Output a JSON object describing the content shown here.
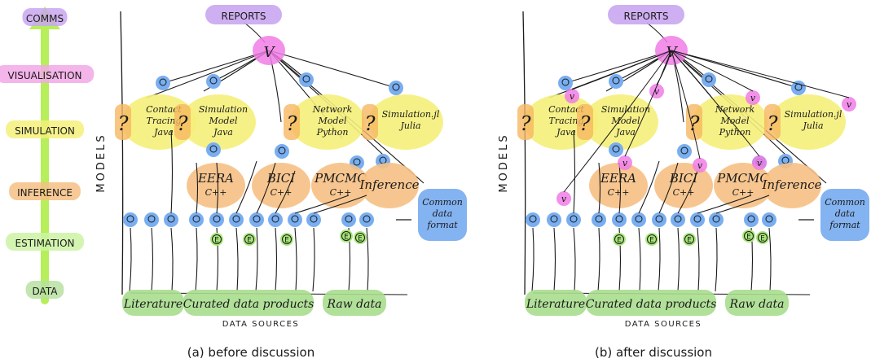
{
  "legend": {
    "arrow_color": "#b6ef5a",
    "levels": [
      {
        "label": "COMMS",
        "color": "#c9a6f0"
      },
      {
        "label": "VISUALISATION",
        "color": "#f2a8e6"
      },
      {
        "label": "SIMULATION",
        "color": "#f5f07a"
      },
      {
        "label": "INFERENCE",
        "color": "#f6c084"
      },
      {
        "label": "ESTIMATION",
        "color": "#cdf3a4"
      },
      {
        "label": "DATA",
        "color": "#b9e0a2"
      }
    ]
  },
  "axis": {
    "models": "MODELS",
    "data_sources": "DATA SOURCES"
  },
  "colors": {
    "reports": "#c9a6f0",
    "visualisation": "#f07ce6",
    "simulation": "#f5f07a",
    "inference": "#f6c084",
    "unknown": "#f6b860",
    "node": "#79aef0",
    "estimation": "#a8e67a",
    "data": "#a8dd8e",
    "format": "#6ea6ee"
  },
  "panels": [
    {
      "caption": "(a) before discussion",
      "reports": "REPORTS",
      "vis_node": "V",
      "unknown_mark": "?",
      "simulation_models": [
        {
          "lines": [
            "Contact",
            "Tracing",
            "Java"
          ]
        },
        {
          "lines": [
            "Simulation",
            "Model",
            "Java"
          ]
        },
        {
          "lines": [
            "Network",
            "Model",
            "Python"
          ]
        },
        {
          "lines": [
            "Simulation.jl",
            "Julia"
          ]
        }
      ],
      "inference_models": [
        {
          "lines": [
            "EERA",
            "C++"
          ]
        },
        {
          "lines": [
            "BICI",
            "C++"
          ]
        },
        {
          "lines": [
            "PMCMC",
            "C++"
          ]
        },
        {
          "lines": [
            "Inference"
          ]
        }
      ],
      "estimation_mark": "E",
      "common_format": [
        "Common",
        "data",
        "format"
      ],
      "data_sources": [
        "Literature",
        "Curated data products",
        "Raw data"
      ]
    },
    {
      "caption": "(b) after discussion",
      "reports": "REPORTS",
      "vis_node": "V",
      "unknown_mark": "?",
      "extra_vis": "v",
      "simulation_models": [
        {
          "lines": [
            "Contact",
            "Tracing",
            "Java"
          ]
        },
        {
          "lines": [
            "Simulation",
            "Model",
            "Java"
          ]
        },
        {
          "lines": [
            "Network",
            "Model",
            "Python"
          ]
        },
        {
          "lines": [
            "Simulation.jl",
            "Julia"
          ]
        }
      ],
      "inference_models": [
        {
          "lines": [
            "EERA",
            "C++"
          ]
        },
        {
          "lines": [
            "BICI",
            "C++"
          ]
        },
        {
          "lines": [
            "PMCMC",
            "C++"
          ]
        },
        {
          "lines": [
            "Inference"
          ]
        }
      ],
      "estimation_mark": "E",
      "common_format": [
        "Common",
        "data",
        "format"
      ],
      "data_sources": [
        "Literature",
        "Curated data products",
        "Raw data"
      ]
    }
  ]
}
